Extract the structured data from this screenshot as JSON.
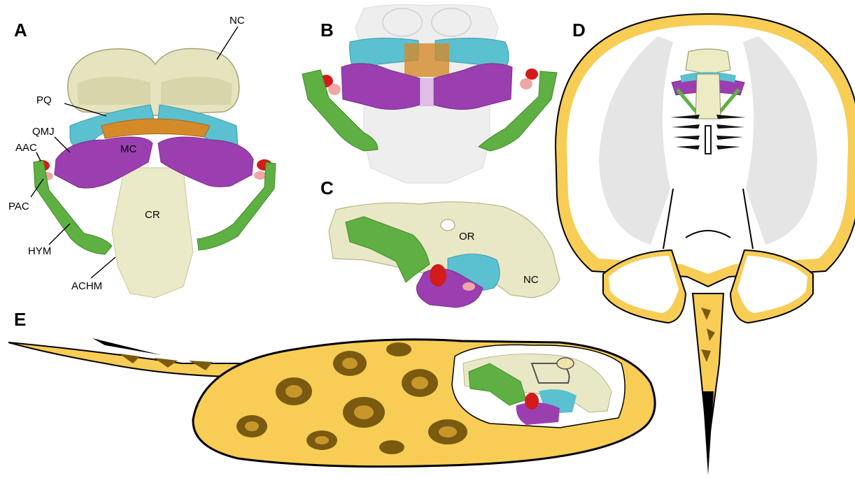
{
  "panels": {
    "a": "A",
    "b": "B",
    "c": "C",
    "d": "D",
    "e": "E"
  },
  "labels_a": {
    "nc": "NC",
    "pq": "PQ",
    "qmj": "QMJ",
    "aac": "AAC",
    "pac": "PAC",
    "hym": "HYM",
    "achm": "ACHM",
    "mc": "MC",
    "cr": "CR"
  },
  "labels_c": {
    "or": "OR",
    "nc": "NC"
  },
  "colors": {
    "neurocranium": "#ecebc4",
    "palatoquadrate": "#5bc0cf",
    "meckels_cartilage": "#9b3fb0",
    "teeth": "#d58a2a",
    "hyomandibula": "#5fb043",
    "aac": "#d31b1b",
    "pac": "#f0a6a6",
    "ray_body": "#f7cd55",
    "ray_spots": "#7a5a10",
    "ray_fin_white": "#ffffff"
  }
}
